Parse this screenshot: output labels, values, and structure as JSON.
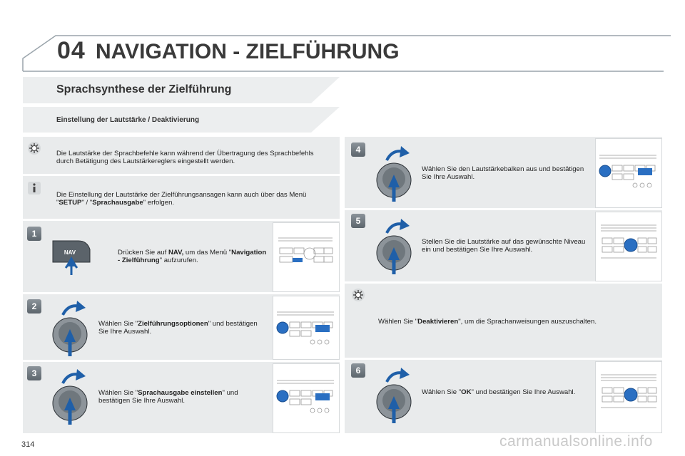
{
  "header": {
    "chapter_number": "04",
    "chapter_title": "NAVIGATION - ZIELFÜHRUNG"
  },
  "section": {
    "title": "Sprachsynthese der Zielführung",
    "subtitle": "Einstellung der Lautstärke / Deaktivierung"
  },
  "left": {
    "tip_text": "Die Lautstärke der Sprachbefehle kann während der Übertragung des Sprachbefehls durch Betätigung des Lautstärkereglers eingestellt werden.",
    "info_text_1": "Die Einstellung der Lautstärke der Zielführungsansagen kann auch über das Menü \"",
    "info_bold_1": "SETUP",
    "info_text_2": "\" / \"",
    "info_bold_2": "Sprachausgabe",
    "info_text_3": "\" erfolgen.",
    "step1": {
      "number": "1",
      "button_label": "NAV",
      "pre": "Drücken Sie auf ",
      "bold1": "NAV,",
      "mid": " um das Menü \"",
      "bold2": "Navigation - Zielführung",
      "post": "\" aufzurufen."
    },
    "step2": {
      "number": "2",
      "pre": "Wählen Sie \"",
      "bold": "Zielführungsoptionen",
      "post": "\" und bestätigen Sie Ihre Auswahl."
    },
    "step3": {
      "number": "3",
      "pre": "Wählen Sie \"",
      "bold": "Sprachausgabe einstellen",
      "post": "\" und bestätigen Sie Ihre Auswahl."
    }
  },
  "right": {
    "step4": {
      "number": "4",
      "text": "Wählen Sie den Lautstärkebalken aus und bestätigen Sie Ihre Auswahl."
    },
    "step5": {
      "number": "5",
      "text": "Stellen Sie die Lautstärke auf das gewünschte Niveau ein und bestätigen Sie Ihre Auswahl."
    },
    "tip": {
      "pre": "Wählen Sie \"",
      "bold": "Deaktivieren",
      "post": "\", um die Sprachanweisungen auszuschalten."
    },
    "step6": {
      "number": "6",
      "pre": "Wählen Sie \"",
      "bold": "OK",
      "post": "\" und bestätigen Sie Ihre Auswahl."
    }
  },
  "footer": {
    "page_number": "314",
    "watermark": "carmanualsonline.info"
  },
  "colors": {
    "row_bg": "#e9ebec",
    "badge": "#6c747b",
    "arrow_blue": "#1f5fa8",
    "title_text": "#3a3a3a"
  },
  "icons": [
    "tip-gear-icon",
    "info-icon",
    "rotary-knob-icon",
    "rotate-arrow-icon",
    "push-arrow-icon",
    "nav-button-icon",
    "radio-device-icon"
  ]
}
